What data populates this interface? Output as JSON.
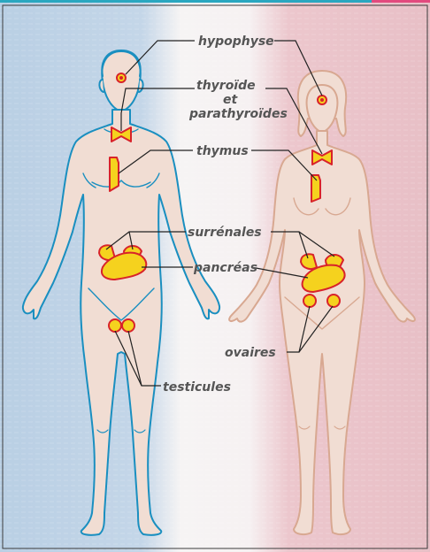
{
  "labels": {
    "hypophyse": "hypophyse",
    "thyroide_1": "thyroïde",
    "thyroide_2": "et",
    "thyroide_3": "parathyroïdes",
    "thymus": "thymus",
    "surrenales": "surrénales",
    "pancreas": "pancréas",
    "ovaires": "ovaires",
    "testicules": "testicules"
  },
  "colors": {
    "male_bg": "#b9cfe4",
    "female_bg": "#ecc4cb",
    "male_outline": "#1a8fc0",
    "female_outline": "#d8a891",
    "skin": "#f1ddd3",
    "gland_fill": "#f5d21e",
    "gland_stroke": "#d8232a",
    "leader": "#222222",
    "label_text": "#555555",
    "frame": "#2aa7c0"
  },
  "figures": [
    "male-figure",
    "female-figure"
  ]
}
